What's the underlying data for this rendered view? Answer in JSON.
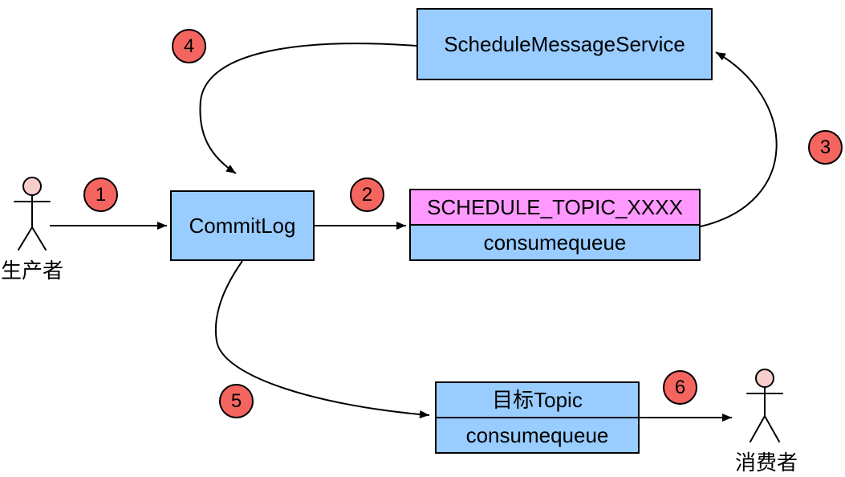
{
  "diagram": {
    "colors": {
      "node_fill_blue": "#99CCFF",
      "topic_fill_pink": "#FF99FF",
      "step_badge_red": "#F5655F",
      "actor_head_pink": "#F8CECC",
      "stroke": "#000000",
      "background": "#FFFFFF"
    },
    "actors": {
      "producer": "生产者",
      "consumer": "消费者"
    },
    "nodes": {
      "service": "ScheduleMessageService",
      "commitlog": "CommitLog",
      "schedule_topic": "SCHEDULE_TOPIC_XXXX",
      "schedule_queue": "consumequeue",
      "target_topic": "目标Topic",
      "target_queue": "consumequeue"
    },
    "steps": [
      "1",
      "2",
      "3",
      "4",
      "5",
      "6"
    ]
  }
}
